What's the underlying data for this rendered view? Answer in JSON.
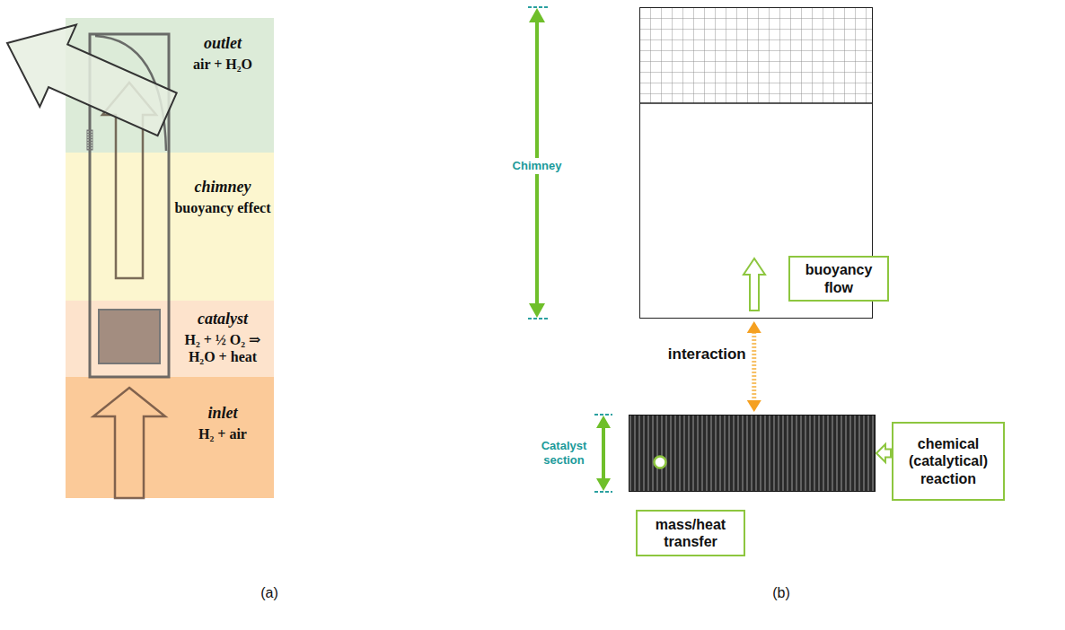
{
  "diagram": {
    "nodes": [
      {
        "text": [
          "outlet",
          "air + H₂O"
        ]
      },
      {
        "text": [
          "chimney",
          "buoyancy effect"
        ]
      },
      {
        "text": [
          "catalyst",
          "H₂ + ½ O₂ ⇒ H₂O + heat"
        ]
      },
      {
        "text": [
          "inlet",
          "H₂ + air"
        ]
      },
      {
        "text": [
          "Chimney"
        ]
      },
      {
        "text": [
          "buoyancy flow"
        ]
      },
      {
        "text": [
          "Catalyst section"
        ]
      },
      {
        "text": [
          "chemical (catalytical) reaction"
        ]
      },
      {
        "text": [
          "mass/heat transfer"
        ]
      }
    ],
    "edges": [
      {
        "from": 4,
        "to": 6,
        "label": "interaction",
        "arrow": "both"
      },
      {
        "from": 7,
        "to": 6,
        "arrow": "to"
      }
    ],
    "labels": [
      "(a)",
      "(b)"
    ]
  }
}
